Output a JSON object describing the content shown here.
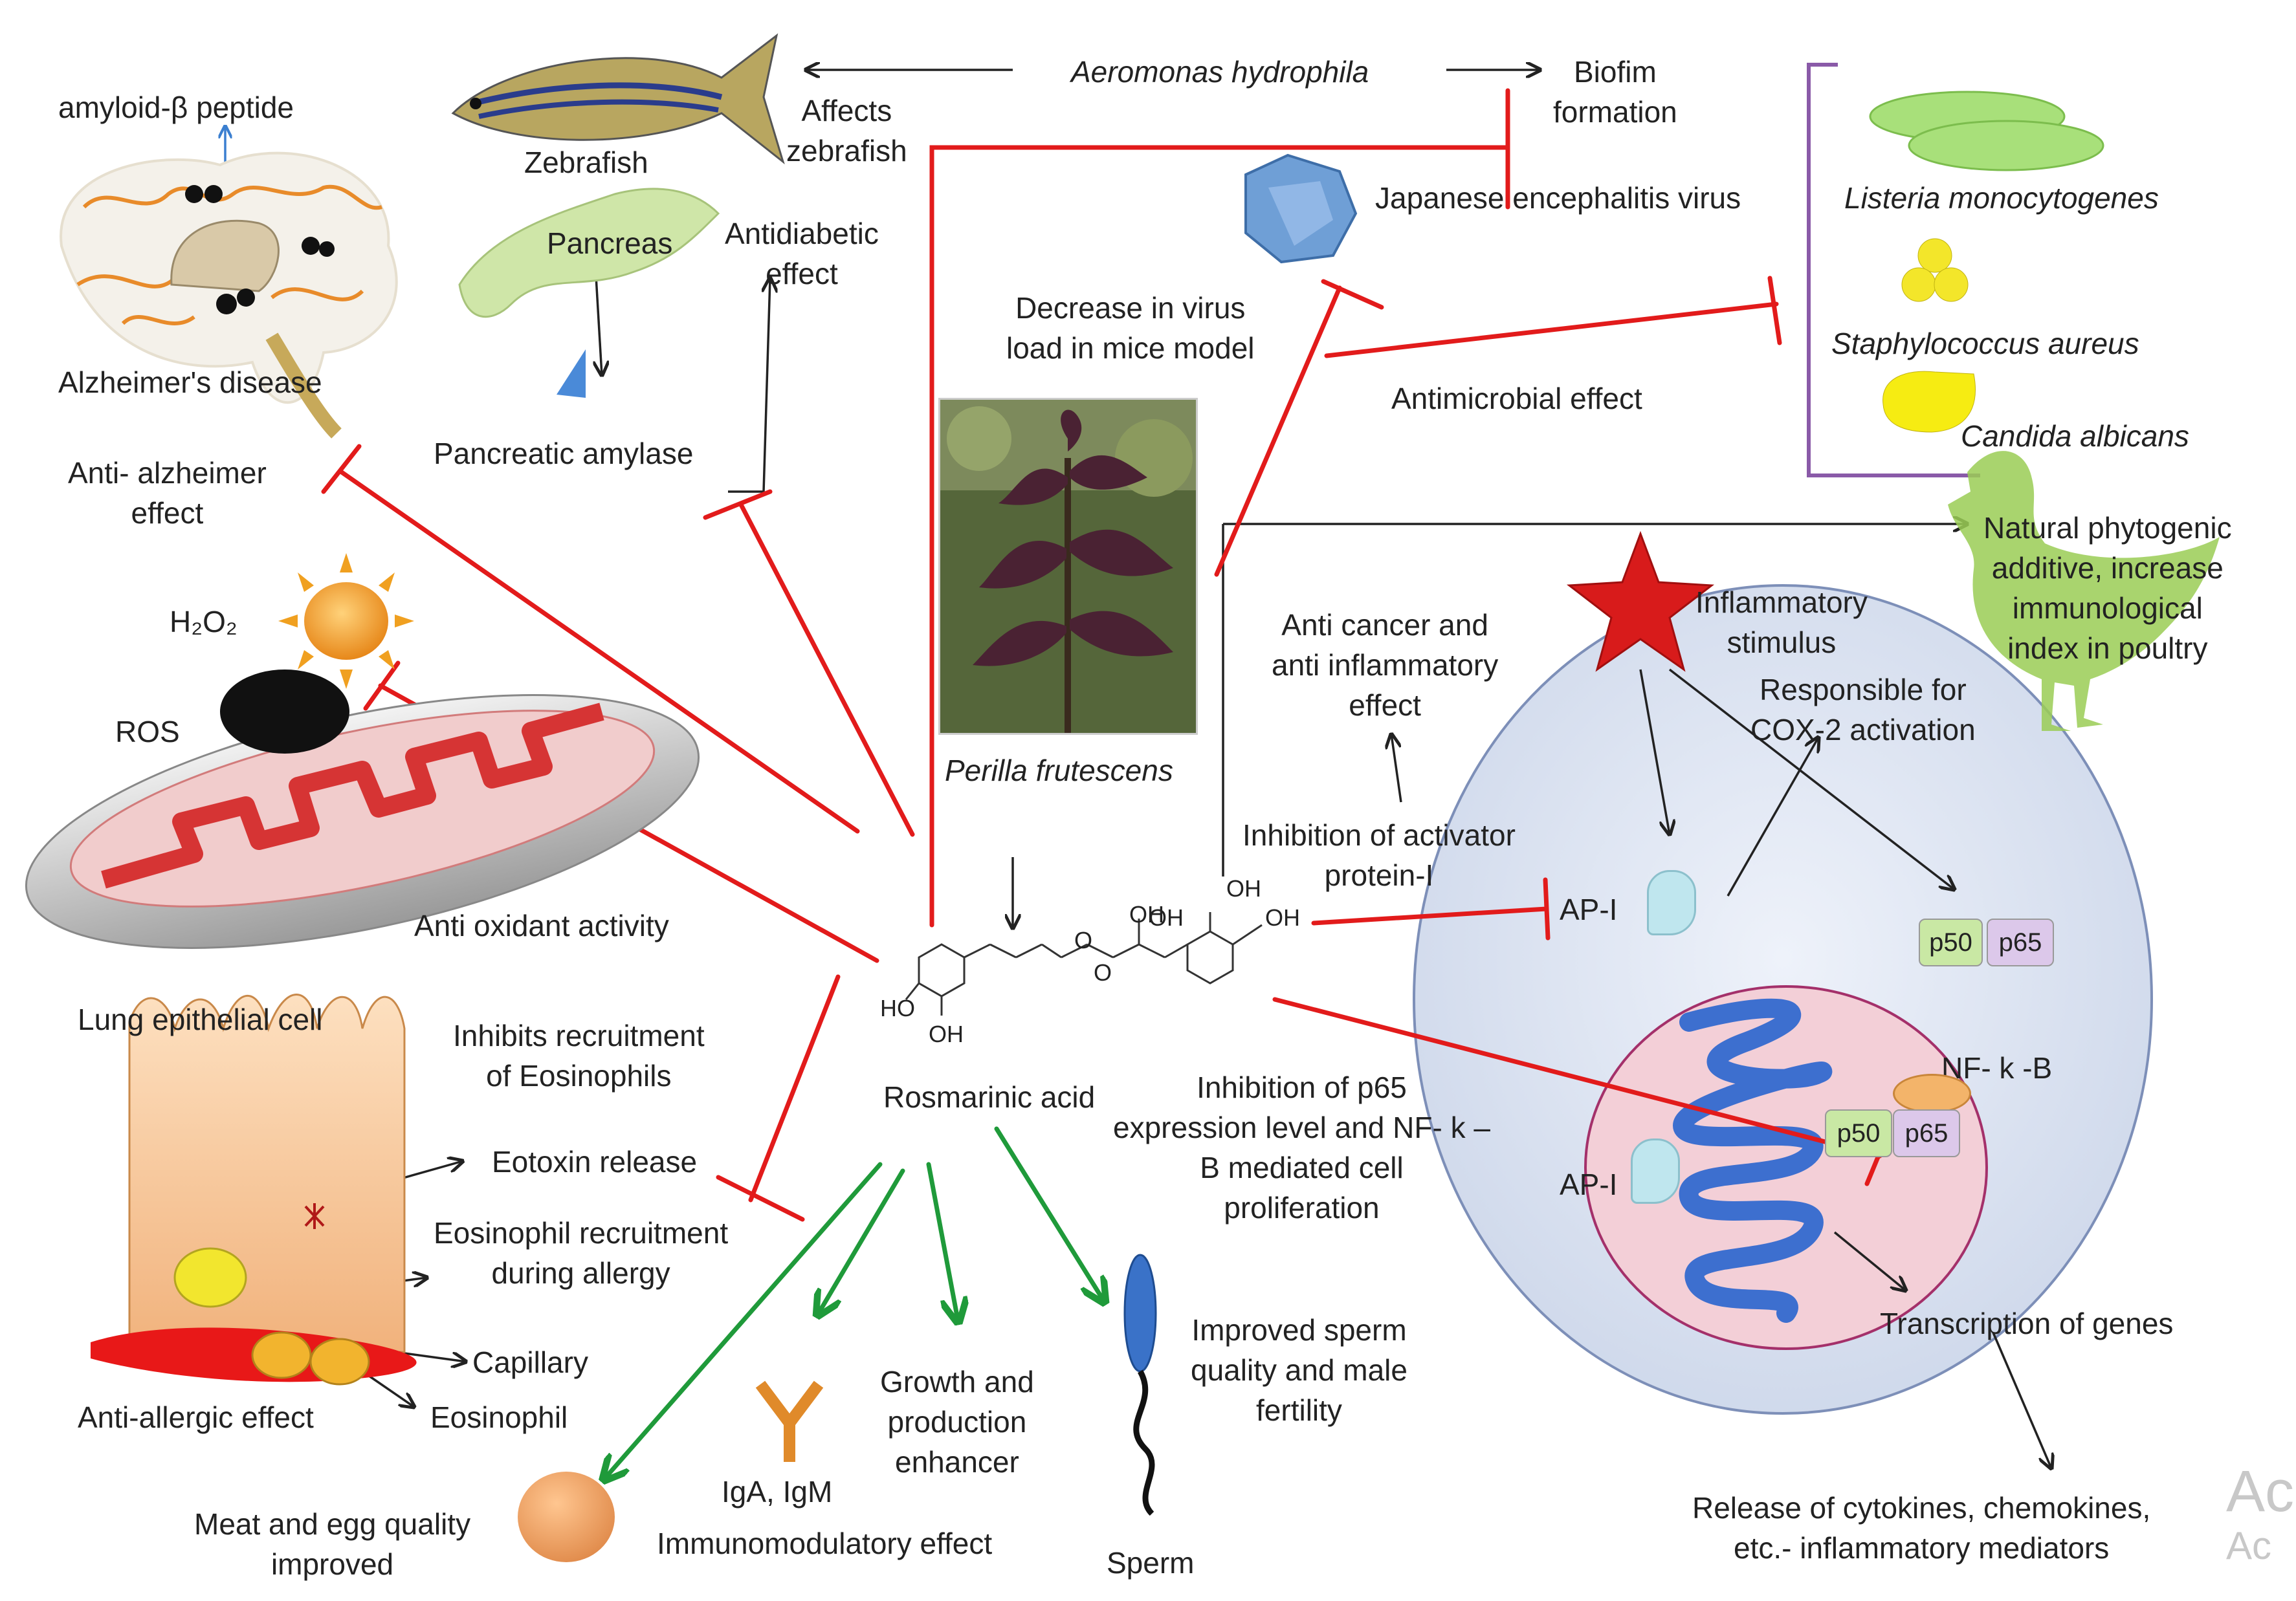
{
  "labels": {
    "amyloid": "amyloid-β peptide",
    "zebrafish": "Zebrafish",
    "aeromonas": "Aeromonas hydrophila",
    "affects": "Affects\nzebrafish",
    "biofilm": "Biofim\nformation",
    "jev": "Japanese encephalitis virus",
    "listeria": "Listeria monocytogenes",
    "staph": "Staphylococcus aureus",
    "candida": "Candida albicans",
    "pancreas": "Pancreas",
    "antidiabetic": "Antidiabetic\neffect",
    "decrease_virus": "Decrease in virus\nload in mice model",
    "antimicrobial": "Antimicrobial effect",
    "alzheimers": "Alzheimer's disease",
    "pancreatic_amylase": "Pancreatic amylase",
    "anti_alzheimer": "Anti- alzheimer\neffect",
    "phytogenic": "Natural phytogenic\nadditive, increase\nimmunological\nindex in poultry",
    "h2o2": "H₂O₂",
    "inflammatory": "Inflammatory\nstimulus",
    "anticancer": "Anti cancer and\nanti inflammatory\neffect",
    "cox2": "Responsible for\nCOX-2 activation",
    "ros": "ROS",
    "perilla": "Perilla frutescens",
    "inhib_ap1": "Inhibition of activator\nprotein-I",
    "antioxidant": "Anti oxidant activity",
    "ap1_a": "AP-I",
    "ap1_b": "AP-I",
    "p50_a": "p50",
    "p65_a": "p65",
    "p50_b": "p50",
    "p65_b": "p65",
    "lung": "Lung epithelial cell",
    "eosinophils_inhib": "Inhibits recruitment\nof Eosinophils",
    "rosmarinic": "Rosmarinic acid",
    "inhib_p65": "Inhibition of p65\nexpression level and NF- k –\nB mediated cell\nproliferation",
    "nfkb": "NF- k -B",
    "eotoxin": "Eotoxin release",
    "eos_recruit": "Eosinophil recruitment\nduring allergy",
    "capillary": "Capillary",
    "transcription": "Transcription of genes",
    "anti_allergic": "Anti-allergic effect",
    "eosinophil": "Eosinophil",
    "sperm_quality": "Improved sperm\nquality and male\nfertility",
    "growth": "Growth and\nproduction\nenhancer",
    "igaigm": "IgA, IgM",
    "meat_egg": "Meat and egg quality\nimproved",
    "immunomod": "Immunomodulatory effect",
    "sperm": "Sperm",
    "release": "Release of cytokines, chemokines,\netc.- inflammatory mediators",
    "oh1": "OH",
    "oh2": "OH",
    "oh3": "OH",
    "oh4": "OH",
    "ho1": "HO",
    "oh5": "OH",
    "o1": "O",
    "o2": "O",
    "watermark1": "Ac",
    "watermark2": "Ac"
  },
  "colors": {
    "inhibit": "#e21b1b",
    "promote": "#1f9a3a",
    "arrow": "#222222",
    "cell": "#dfe6f2",
    "nucleus": "#f2cfd6",
    "bracket": "#8a5aa8"
  },
  "icons": [
    "zebrafish-icon",
    "brain-icon",
    "pancreas-icon",
    "virus-icon",
    "bacteria-icon",
    "plant-photo",
    "star-icon",
    "sun-icon",
    "mitochondrion-icon",
    "lung-cell-icon",
    "antibody-icon",
    "egg-icon",
    "sperm-icon",
    "chicken-icon"
  ]
}
